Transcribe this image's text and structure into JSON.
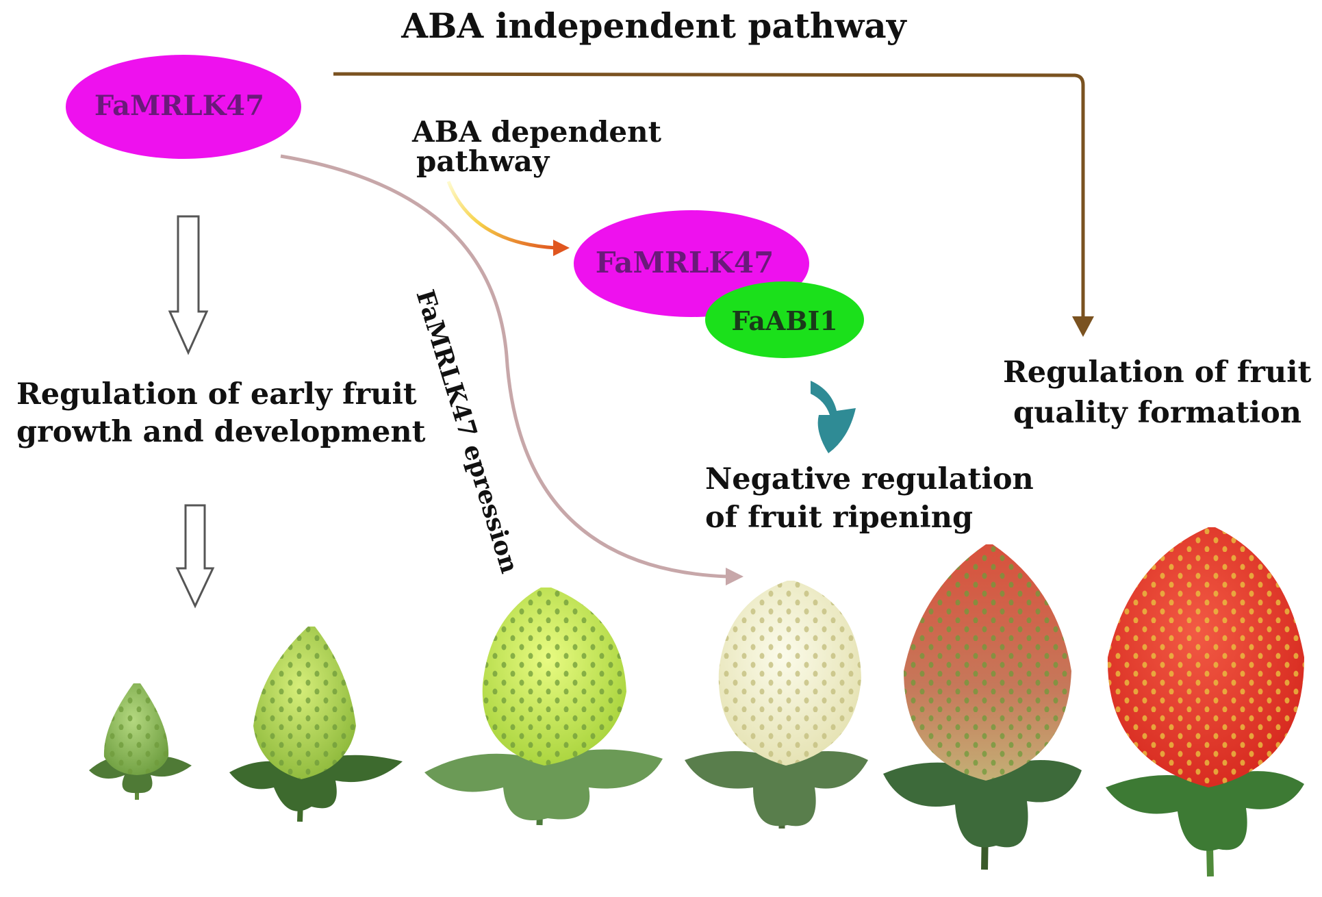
{
  "labels": {
    "aba_independent": "ABA independent pathway",
    "aba_dependent_line1": "ABA dependent",
    "aba_dependent_line2": "pathway",
    "expression": "FaMRLK47 epression",
    "early_growth_line1": "Regulation of early fruit",
    "early_growth_line2": "growth and development",
    "negative_line1": "Negative regulation",
    "negative_line2": "of fruit ripening",
    "quality_line1": "Regulation of fruit",
    "quality_line2": "quality formation"
  },
  "nodes": {
    "famrlk47_top": "FaMRLK47",
    "famrlk47_complex": "FaMRLK47",
    "faabi1": "FaABI1"
  },
  "colors": {
    "magenta": "#ee11ee",
    "magenta_text": "#6a1a7a",
    "green": "#1be01b",
    "green_text": "#1a3a1a",
    "brown_arrow": "#7a5220",
    "pink_arrow": "#c7a7a9",
    "teal_arrow": "#2f8b95"
  },
  "fruits": [
    {
      "name": "strawberry-stage-1",
      "stage_color": "#8fbd5c"
    },
    {
      "name": "strawberry-stage-2",
      "stage_color": "#b3d94c"
    },
    {
      "name": "strawberry-stage-3",
      "stage_color": "#c9ec4a"
    },
    {
      "name": "strawberry-stage-4",
      "stage_color": "#f3f1cf"
    },
    {
      "name": "strawberry-stage-5",
      "stage_color": "#c76a4e"
    },
    {
      "name": "strawberry-stage-6",
      "stage_color": "#e83a2c"
    }
  ]
}
